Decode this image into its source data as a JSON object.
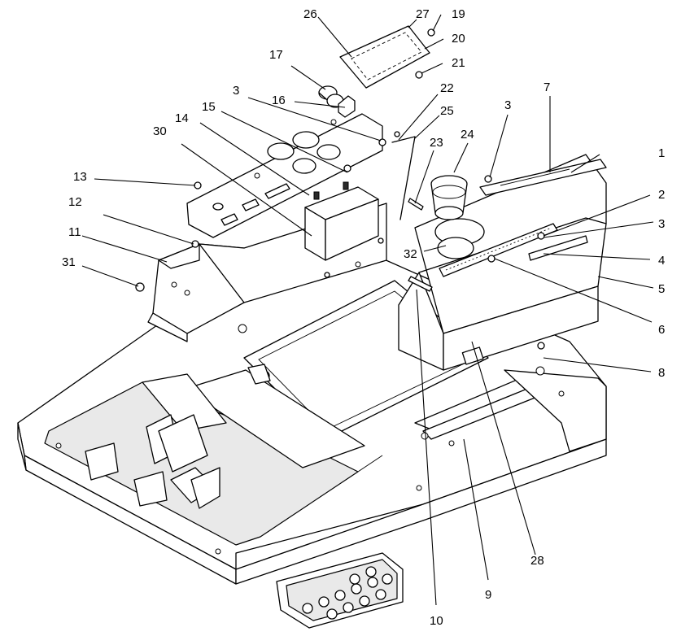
{
  "callouts": {
    "c1": "1",
    "c2": "2",
    "c3a": "3",
    "c3b": "3",
    "c3c": "3",
    "c4": "4",
    "c5": "5",
    "c6": "6",
    "c7": "7",
    "c8": "8",
    "c9": "9",
    "c10": "10",
    "c11": "11",
    "c12": "12",
    "c13": "13",
    "c14": "14",
    "c15": "15",
    "c16": "16",
    "c17": "17",
    "c19": "19",
    "c20": "20",
    "c21": "21",
    "c22": "22",
    "c23": "23",
    "c24": "24",
    "c25": "25",
    "c26": "26",
    "c27": "27",
    "c28": "28",
    "c30": "30",
    "c31": "31",
    "c32": "32"
  }
}
